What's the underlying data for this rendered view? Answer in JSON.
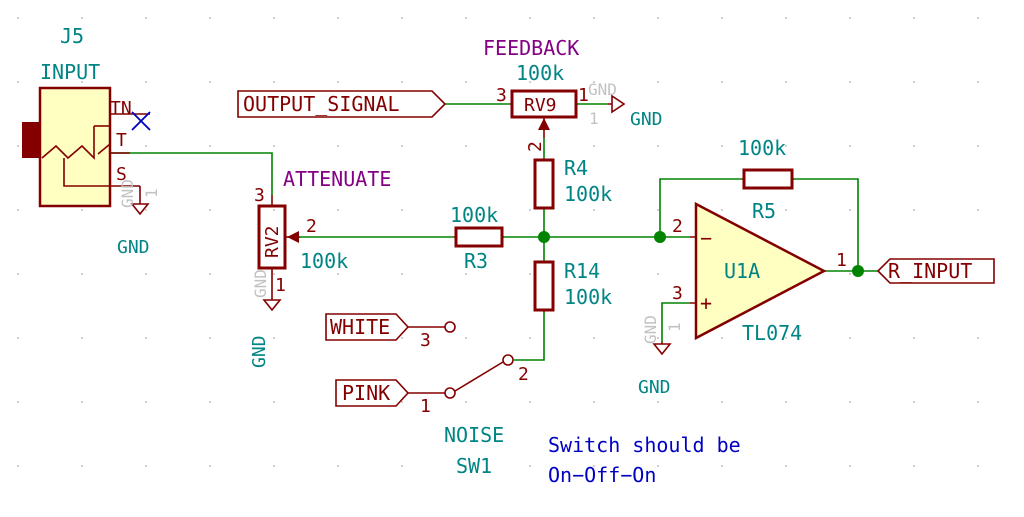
{
  "j5": {
    "ref": "J5",
    "value": "INPUT",
    "pin_tn": "TN",
    "pin_t": "T",
    "pin_s": "S"
  },
  "gnd_j5": {
    "label": "GND",
    "ghost": "GND",
    "ghost_pin": "1"
  },
  "rv2": {
    "ref": "RV2",
    "name": "ATTENUATE",
    "value": "100k",
    "pin1": "1",
    "pin2": "2",
    "pin3": "3"
  },
  "gnd_rv2": {
    "label": "GND",
    "ghost": "GND"
  },
  "rv9": {
    "ref": "RV9",
    "name": "FEEDBACK",
    "value": "100k",
    "pin1": "1",
    "pin2": "2",
    "pin3": "3"
  },
  "gnd_rv9": {
    "label": "GND",
    "ghost": "GND",
    "ghost_pin": "1"
  },
  "r3": {
    "ref": "R3",
    "value": "100k"
  },
  "r4": {
    "ref": "R4",
    "value": "100k"
  },
  "r14": {
    "ref": "R14",
    "value": "100k"
  },
  "r5": {
    "ref": "R5",
    "value": "100k"
  },
  "u1a": {
    "ref": "U1A",
    "value": "TL074",
    "pin1": "1",
    "pin2": "2",
    "pin3": "3",
    "minus": "−",
    "plus": "+"
  },
  "gnd_u1": {
    "label": "GND",
    "ghost": "GND",
    "ghost_pin": "1"
  },
  "sw1": {
    "ref": "SW1",
    "name": "NOISE",
    "pin1": "1",
    "pin2": "2",
    "pin3": "3"
  },
  "labels": {
    "output_signal": "OUTPUT_SIGNAL",
    "r_input": "R_INPUT",
    "white": "WHITE",
    "pink": "PINK"
  },
  "note": {
    "line1": "Switch should be",
    "line2": "On−Off−On"
  },
  "colors": {
    "wire": "#008400",
    "component": "#840000",
    "reference": "#008484",
    "field": "#840084",
    "note": "#0000c2"
  }
}
